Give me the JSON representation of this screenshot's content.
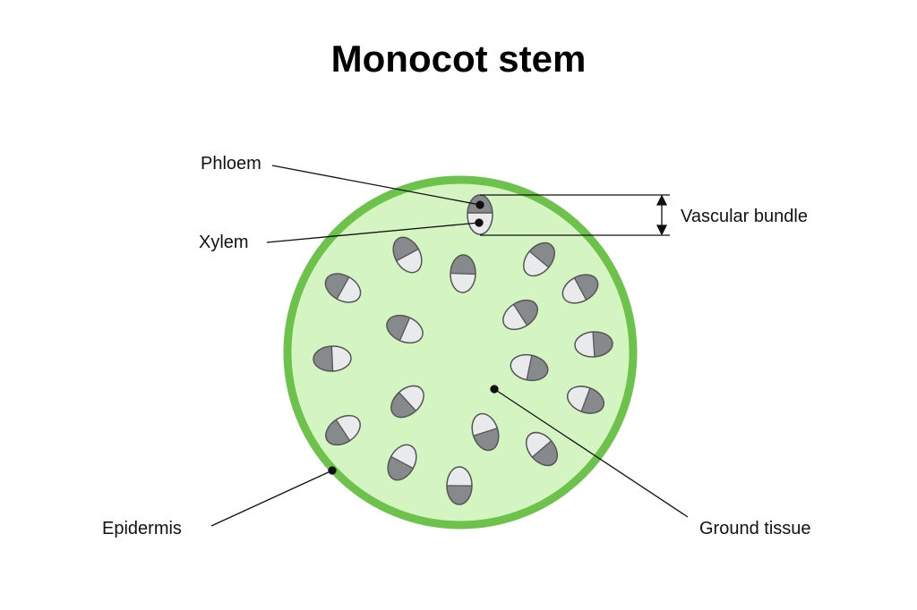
{
  "title": "Monocot stem",
  "labels": {
    "phloem": "Phloem",
    "xylem": "Xylem",
    "vascular_bundle": "Vascular bundle",
    "epidermis": "Epidermis",
    "ground_tissue": "Ground tissue"
  },
  "colors": {
    "epidermis": "#6cc24a",
    "ground_tissue": "#d4f5c2",
    "phloem": "#878a8d",
    "xylem": "#e8eaec",
    "outline": "#555555"
  }
}
